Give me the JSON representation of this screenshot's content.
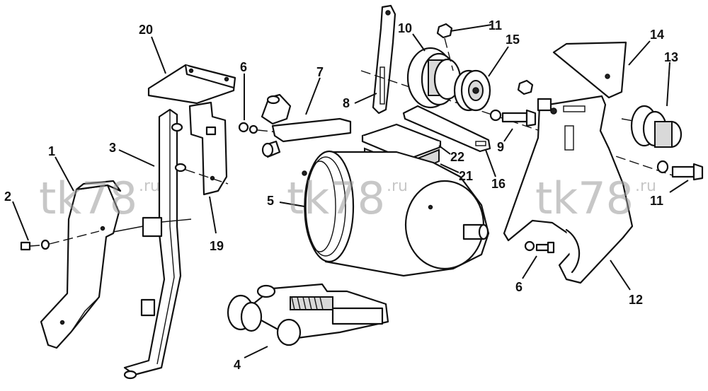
{
  "watermark": {
    "main": "tk78",
    "suffix": ".ru"
  },
  "labels": {
    "l1": "1",
    "l2": "2",
    "l3": "3",
    "l4": "4",
    "l5": "5",
    "l6a": "6",
    "l6b": "6",
    "l7": "7",
    "l8": "8",
    "l9": "9",
    "l10": "10",
    "l11a": "11",
    "l11b": "11",
    "l12": "12",
    "l13": "13",
    "l14": "14",
    "l15": "15",
    "l16": "16",
    "l19": "19",
    "l20": "20",
    "l21": "21",
    "l22": "22"
  },
  "colors": {
    "ink": "#111111",
    "watermark": "#9a9a9a",
    "background": "#ffffff"
  }
}
